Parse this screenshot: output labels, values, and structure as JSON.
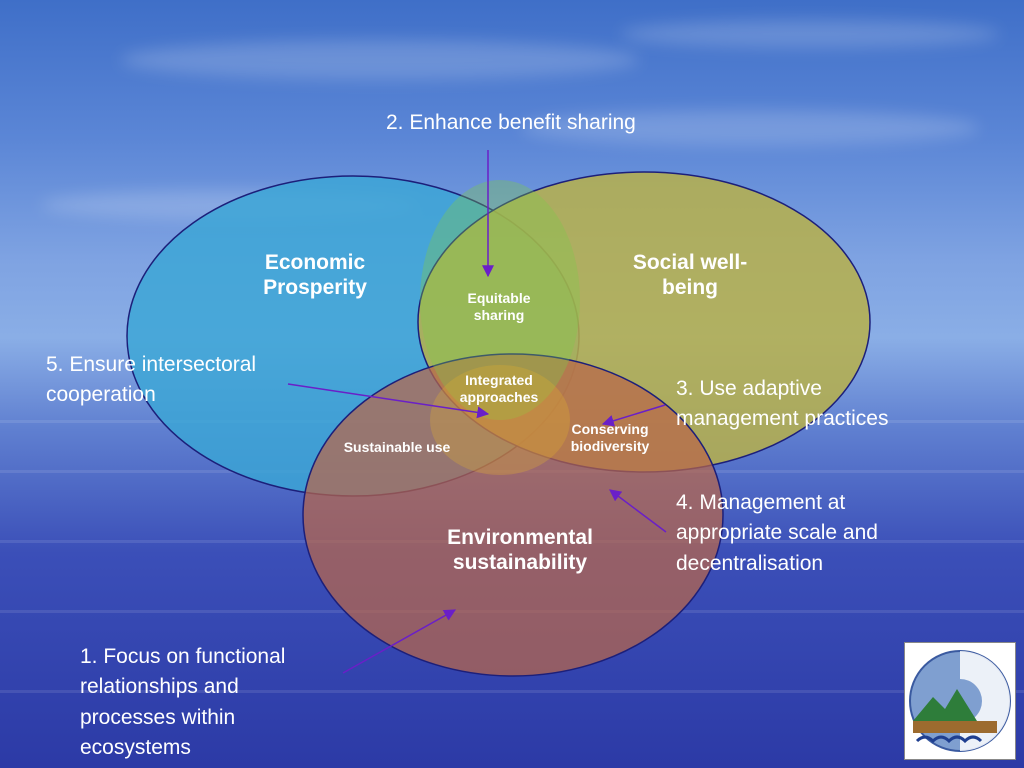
{
  "circles": {
    "economic": {
      "title": "Economic Prosperity",
      "color": "#3aa6d6"
    },
    "social": {
      "title": "Social well-being",
      "color": "#b7b04a"
    },
    "environmental": {
      "title": "Environmental sustainability",
      "color": "#b8674a"
    }
  },
  "overlaps": {
    "equitable_sharing": "Equitable sharing",
    "integrated_approaches": "Integrated approaches",
    "sustainable_use": "Sustainable use",
    "conserving_biodiversity": "Conserving biodiversity"
  },
  "principles": {
    "p1": "1. Focus on functional relationships and processes within ecosystems",
    "p2": "2. Enhance benefit sharing",
    "p3": "3. Use adaptive management practices",
    "p4": "4. Management at appropriate scale and decentralisation",
    "p5": "5. Ensure intersectoral cooperation"
  },
  "arrow_color": "#6a1fc8",
  "logo_icon": "ocean-mountain-logo-icon"
}
